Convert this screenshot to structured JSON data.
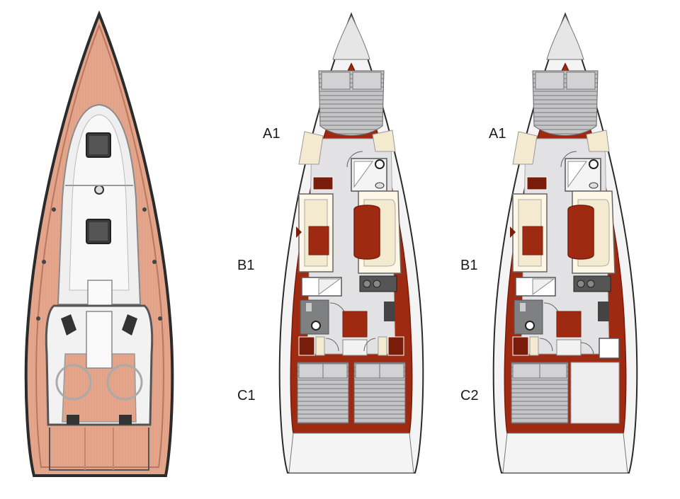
{
  "layouts": [
    {
      "id": "three-cabin",
      "labels": {
        "forward": "A1",
        "saloon": "B1",
        "aft": "C1"
      }
    },
    {
      "id": "two-cabin",
      "labels": {
        "forward": "A1",
        "saloon": "B1",
        "aft": "C2"
      }
    }
  ],
  "colors": {
    "deck_teak": "#e3a58c",
    "deck_teak_dark": "#c9836a",
    "deck_white": "#f2f2f2",
    "hull_outline": "#2b2b2b",
    "wood": "#9e2a12",
    "wood_dark": "#7a1c0a",
    "floor": "#e2e2e4",
    "cushion": "#f3ead0",
    "berth": "#b9b9bb",
    "hull_white": "#f4f4f4"
  },
  "icons": [
    "hatch-icon",
    "winch-icon",
    "wheel-icon",
    "stove-icon",
    "sink-icon",
    "toilet-icon",
    "door-icon"
  ]
}
